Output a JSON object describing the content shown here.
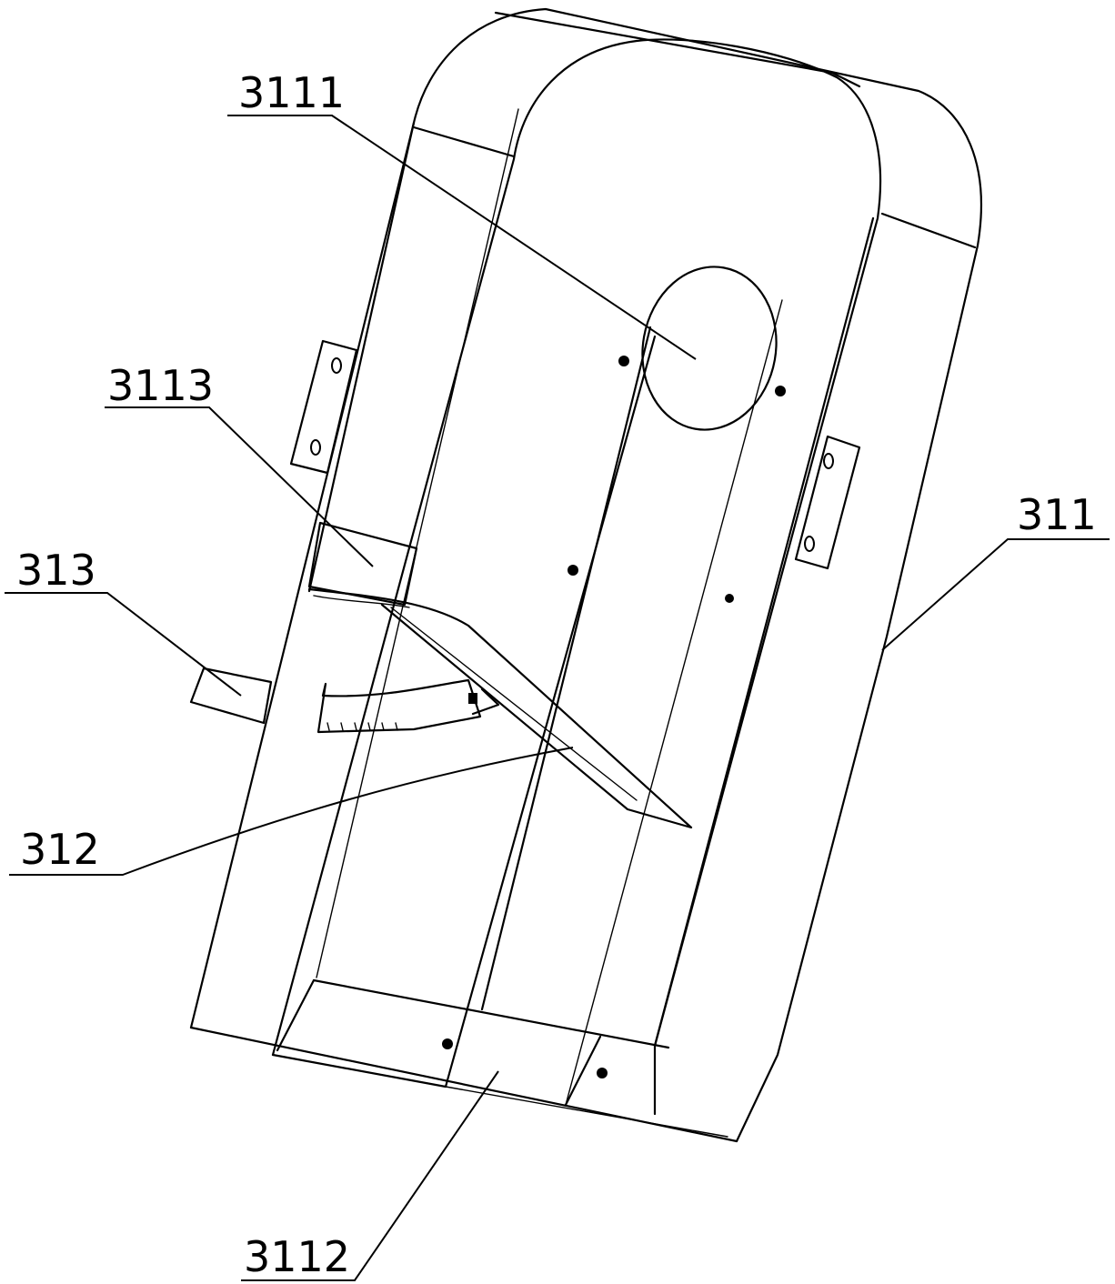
{
  "labels": {
    "l3111": "3111",
    "l3113": "3113",
    "l313": "313",
    "l311": "311",
    "l312": "312",
    "l3112": "3112"
  }
}
